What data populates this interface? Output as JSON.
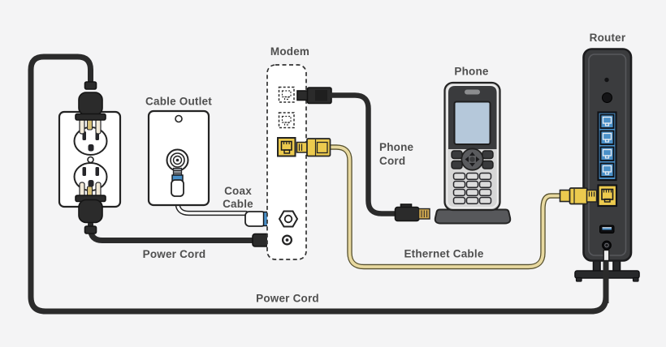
{
  "labels": {
    "cable_outlet": "Cable Outlet",
    "modem": "Modem",
    "phone": "Phone",
    "router": "Router",
    "coax_cable_line1": "Coax",
    "coax_cable_line2": "Cable",
    "phone_cord_line1": "Phone",
    "phone_cord_line2": "Cord",
    "power_cord_modem": "Power Cord",
    "power_cord_router": "Power Cord",
    "ethernet_cable": "Ethernet Cable"
  },
  "colors": {
    "background": "#f4f4f5",
    "outline": "#232323",
    "cord_black": "#2b2b2b",
    "ethernet_yellow": "#ecca4e",
    "cable_yellow": "#e8d9a0",
    "cable_yellow_outline": "#56502e",
    "port_blue": "#4a90c8",
    "screen_blue": "#b5c8da",
    "router_gray": "#3b3c3e",
    "router_edge": "#57585c",
    "device_white": "#ffffff",
    "label_gray": "#4f4f4f",
    "gold": "#cda64e",
    "metal": "#989da3",
    "phone_body": "#d6d6d6",
    "phone_dark": "#3a3b3d",
    "key_gray": "#dcdcdc",
    "base_gray": "#57585b"
  },
  "connections": [
    {
      "cable": "Coax Cable",
      "from": "cable-outlet",
      "to": "modem"
    },
    {
      "cable": "Phone Cord",
      "from": "modem",
      "to": "phone"
    },
    {
      "cable": "Ethernet Cable",
      "from": "modem",
      "to": "router"
    },
    {
      "cable": "Power Cord",
      "from": "wall-outlet",
      "to": "modem"
    },
    {
      "cable": "Power Cord",
      "from": "wall-outlet",
      "to": "router"
    }
  ]
}
